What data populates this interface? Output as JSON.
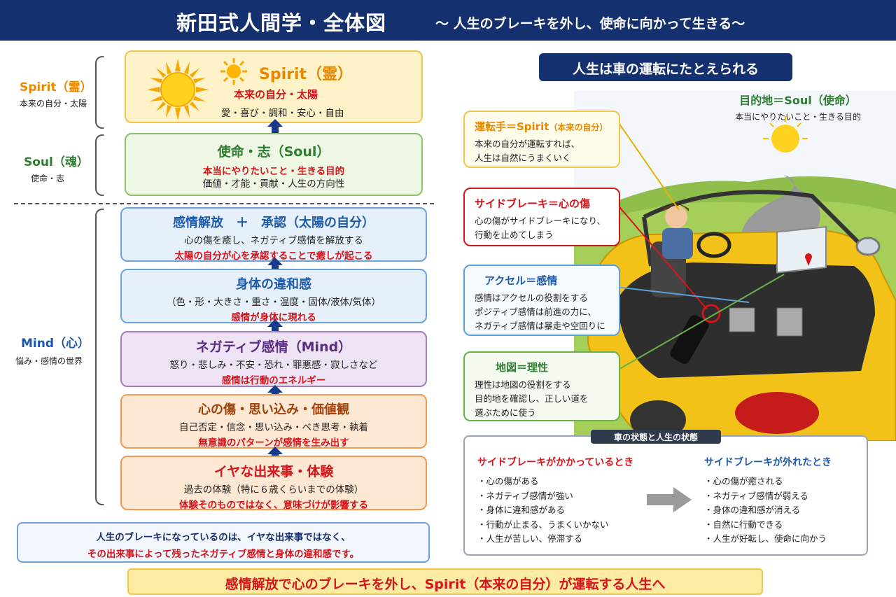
{
  "header": {
    "title": "新田式人間学・全体図",
    "subtitle": "〜 人生のブレーキを外し、使命に向かって生きる〜"
  },
  "side_labels": {
    "spirit": {
      "label": "Spirit（霊）",
      "sub": "本来の自分・太陽"
    },
    "soul": {
      "label": "Soul（魂）",
      "sub": "使命・志"
    },
    "mind": {
      "label": "Mind（心）",
      "sub": "悩み・感情の世界"
    }
  },
  "levels": {
    "spirit": {
      "title": "Spirit（霊）",
      "line1": "本来の自分・太陽",
      "line2": "愛・喜び・調和・安心・自由"
    },
    "soul": {
      "title": "使命・志（Soul）",
      "line1": "本当にやりたいこと・生きる目的",
      "line2": "価値・才能・貢献・人生の方向性"
    },
    "release": {
      "title": "感情解放　＋　承認（太陽の自分）",
      "line1": "心の傷を癒し、ネガティブ感情を解放する",
      "line2": "太陽の自分が心を承認することで癒しが起こる"
    },
    "body": {
      "title": "身体の違和感",
      "line1": "（色・形・大きさ・重さ・温度・固体/液体/気体）",
      "line2": "感情が身体に現れる"
    },
    "negative": {
      "title": "ネガティブ感情（Mind）",
      "line1": "怒り・悲しみ・不安・恐れ・罪悪感・寂しさなど",
      "line2": "感情は行動のエネルギー"
    },
    "wounds": {
      "title": "心の傷・思い込み・価値観",
      "line1": "自己否定・信念・思い込み・べき思考・執着",
      "line2": "無意識のパターンが感情を生み出す"
    },
    "events": {
      "title": "イヤな出来事・体験",
      "line1": "過去の体験（特に６歳くらいまでの体験）",
      "line2": "体験そのものではなく、意味づけが影響する"
    }
  },
  "note": {
    "line1": "人生のブレーキになっているのは、イヤな出来事ではなく、",
    "line2": "その出来事によって残ったネガティブ感情と身体の違和感です。"
  },
  "footer": "感情解放で心のブレーキを外し、Spirit（本来の自分）が運転する人生へ",
  "right": {
    "banner": "人生は車の運転にたとえられる",
    "destination": {
      "title": "目的地＝Soul（使命）",
      "sub": "本当にやりたいこと・生きる目的"
    },
    "callouts": [
      {
        "title": "運転手＝Spirit",
        "title_small": "（本来の自分）",
        "lines": [
          "本来の自分が運転すれば、",
          "人生は自然にうまくいく"
        ]
      },
      {
        "title": "サイドブレーキ＝心の傷",
        "title_small": "",
        "lines": [
          "心の傷がサイドブレーキになり、",
          "行動を止めてしまう"
        ]
      },
      {
        "title": "アクセル＝感情",
        "title_small": "",
        "lines": [
          "感情はアクセルの役割をする",
          "ポジティブ感情は前進の力に、",
          "ネガティブ感情は暴走や空回りに"
        ]
      },
      {
        "title": "地図＝理性",
        "title_small": "",
        "lines": [
          "理性は地図の役割をする",
          "目的地を確認し、正しい道を",
          "選ぶために使う"
        ]
      }
    ],
    "comparison": {
      "tab": "車の状態と人生の状態",
      "left_title": "サイドブレーキがかかっているとき",
      "left_items": [
        "・心の傷がある",
        "・ネガティブ感情が強い",
        "・身体に違和感がある",
        "・行動が止まる、うまくいかない",
        "・人生が苦しい、停滞する"
      ],
      "right_title": "サイドブレーキが外れたとき",
      "right_items": [
        "・心の傷が癒される",
        "・ネガティブ感情が弱える",
        "・身体の違和感が消える",
        "・自然に行動できる",
        "・人生が好転し、使命に向かう"
      ]
    }
  },
  "colors": {
    "navy": "#14306e",
    "spirit_orange": "#e58a00",
    "soul_green": "#2e7d32",
    "mind_blue": "#1f5aa8",
    "red": "#d4151b",
    "purple": "#5b2c83",
    "brown": "#a0400a"
  }
}
